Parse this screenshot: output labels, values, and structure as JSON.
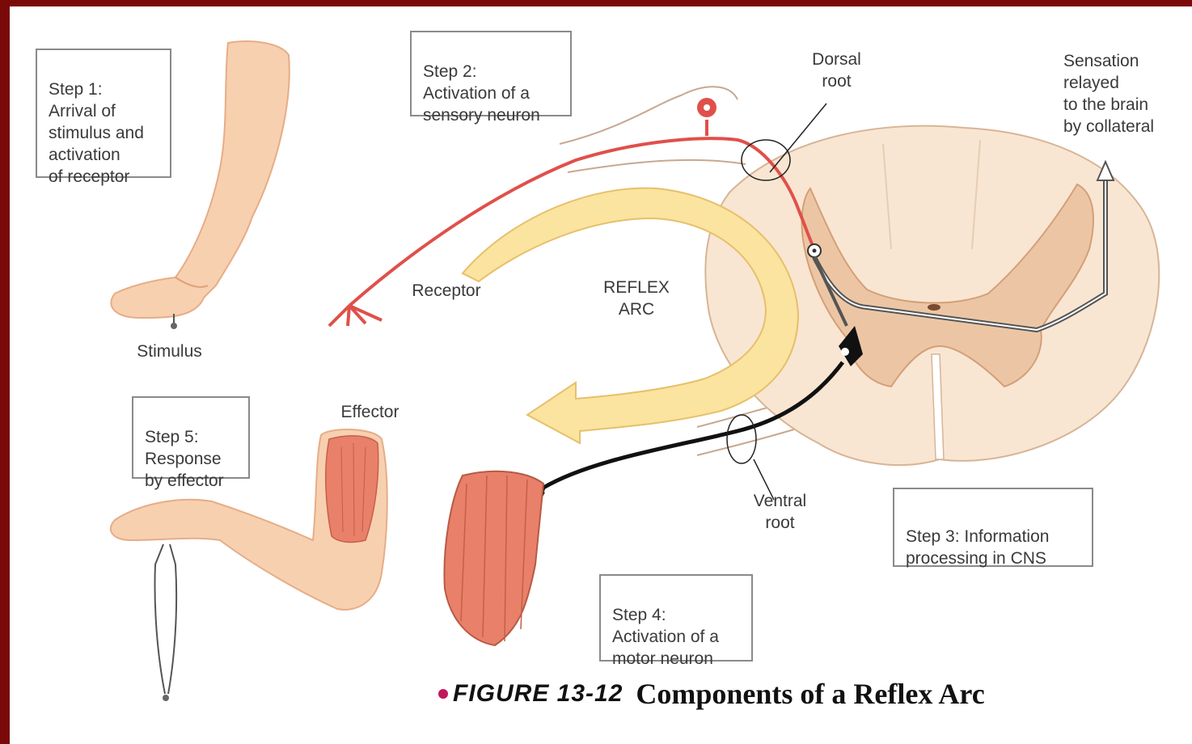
{
  "steps": {
    "step1": "Step 1:\nArrival of\nstimulus and\nactivation\nof receptor",
    "step2": "Step 2:\nActivation of a\nsensory neuron",
    "step3": "Step 3: Information\nprocessing in CNS",
    "step4": "Step 4:\nActivation of a\nmotor neuron",
    "step5": "Step 5:\nResponse\nby effector"
  },
  "labels": {
    "dorsal_root": "Dorsal\nroot",
    "sensation": "Sensation\nrelayed\nto the brain\nby collateral",
    "receptor": "Receptor",
    "reflex_arc": "REFLEX\nARC",
    "stimulus": "Stimulus",
    "effector": "Effector",
    "ventral_root": "Ventral\nroot"
  },
  "caption": {
    "figure": "FIGURE 13-12",
    "title": "Components of a Reflex Arc"
  },
  "colors": {
    "border": "#7a0a0a",
    "skin": "#f7d0b0",
    "spinal_cord": "#f8e6d2",
    "gray_matter": "#ecc6a4",
    "sensory_neuron": "#e0504a",
    "motor_neuron": "#111111",
    "arc_arrow": "#fbe3a0",
    "muscle": "#e8806a",
    "caption_dot": "#c2185b"
  }
}
